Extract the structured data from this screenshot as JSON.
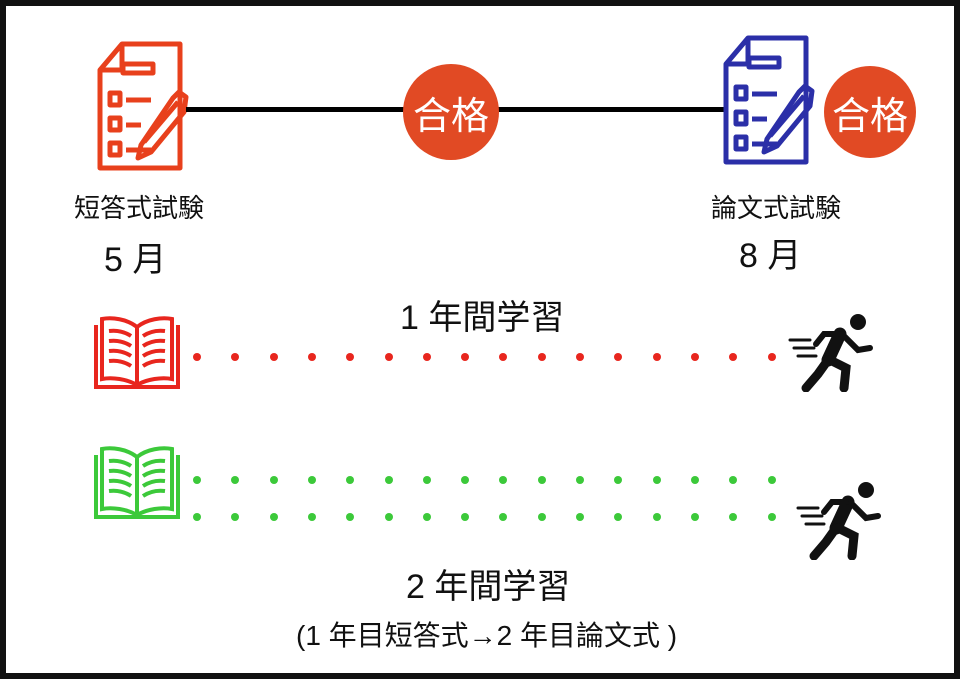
{
  "timeline": {
    "exam1": {
      "name": "短答式試験",
      "month": "5 月"
    },
    "exam2": {
      "name": "論文式試験",
      "month": "8 月"
    },
    "pass_label_1": "合格",
    "pass_label_2": "合格"
  },
  "plans": [
    {
      "title": "1 年間学習",
      "color": "#e8261e",
      "rows": 1
    },
    {
      "title": "2 年間学習",
      "subtitle": "(1 年目短答式→2 年目論文式 )",
      "color": "#3cc93a",
      "rows": 2
    }
  ],
  "colors": {
    "red_icon": "#e8401c",
    "blue_icon": "#2b2fa8",
    "badge": "#e14a24",
    "green": "#3cc93a"
  }
}
